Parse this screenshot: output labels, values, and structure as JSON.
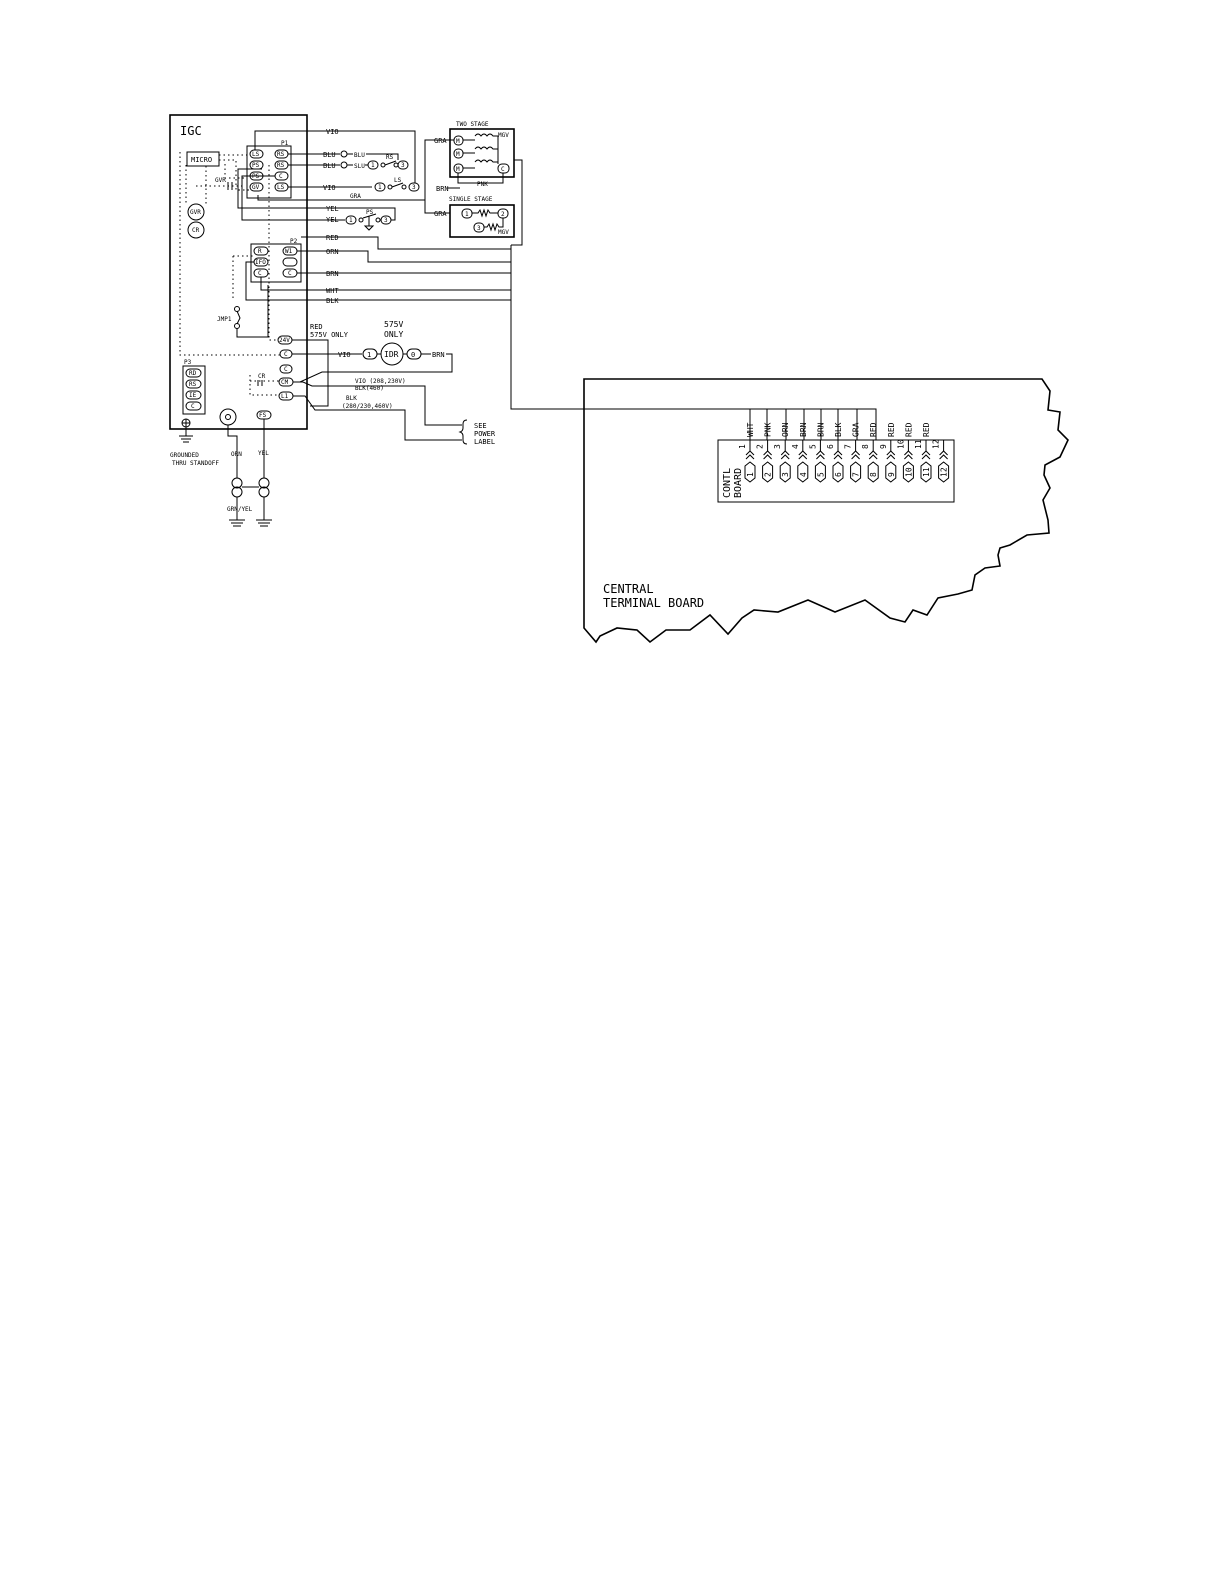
{
  "jgc": {
    "title": "IGC",
    "micro": "MICRO",
    "gvr": "GVR",
    "gvr_small": "GVR",
    "cr": "CR",
    "p1": "P1",
    "p1_left": [
      "LS",
      "PS",
      "PS",
      "GV"
    ],
    "p1_right": [
      "RS",
      "RS",
      "C",
      "LS"
    ],
    "p2": "P2",
    "p2_left": [
      "R",
      "IFO",
      "C"
    ],
    "p2_right": [
      "W1",
      "",
      "C"
    ],
    "p3": "P3",
    "p3_pins": [
      "RD",
      "RS",
      "IE",
      "C"
    ],
    "jmp": "JMP1",
    "t_24v": "24V",
    "t_c1": "C",
    "t_c2": "C",
    "t_cm": "CM",
    "t_l1": "L1",
    "cr_small": "CR",
    "fs": "FS"
  },
  "wires": {
    "vio_top": "VIO",
    "blu1": "BLU",
    "blu1b": "BLU",
    "blu2": "BLU",
    "blu2b": "SLU",
    "vio_ls": "VIO",
    "gra": "GRA",
    "yel1": "YEL",
    "yel2": "YEL",
    "red": "RED",
    "orn": "ORN",
    "brn": "BRN",
    "wht": "WHT",
    "blk": "BLK",
    "red_575": "RED",
    "red_575b": "575V ONLY",
    "vio_idr": "VIO",
    "brn_idr": "BRN",
    "vio_pwr": "VIO (208,230V)",
    "blk_pwr1": "BLK(460)",
    "blk_pwr2": "BLK",
    "blk_pwr3": "(280/230,460V)",
    "gra_v1": "GRA",
    "gra_v2": "GRA",
    "brn_v": "BRN",
    "pnk_v": "PNK",
    "orn_bot": "ORN",
    "yel_bot": "YEL",
    "grn_yel": "GRN/YEL"
  },
  "switches": {
    "rs": "RS",
    "rs_1": "1",
    "rs_3": "3",
    "ls": "LS",
    "ls_1": "1",
    "ls_3": "3",
    "ps": "PS",
    "ps_1": "1",
    "ps_3": "3"
  },
  "valves": {
    "two_stage": "TWO STAGE",
    "mgv": "MGV",
    "single_stage": "SINGLE STAGE",
    "mgv2": "MGV",
    "m_pins": [
      "M",
      "M",
      "M"
    ],
    "c_pin": "C",
    "s1": "1",
    "s2": "2",
    "s3": "3"
  },
  "idr": {
    "top1": "575V",
    "top2": "ONLY",
    "label": "IDR",
    "pin1": "1",
    "pin0": "0"
  },
  "ground": {
    "line1": "GROUNDED",
    "line2": "THRU STANDOFF"
  },
  "see_power": [
    "SEE",
    "POWER",
    "LABEL"
  ],
  "terminal_board": {
    "contl1": "CONTL",
    "contl2": "BOARD",
    "title1": "CENTRAL",
    "title2": "TERMINAL BOARD",
    "pins": [
      {
        "num": "1",
        "wire": "WHT"
      },
      {
        "num": "2",
        "wire": "PNK"
      },
      {
        "num": "3",
        "wire": "ORN"
      },
      {
        "num": "4",
        "wire": "BRN"
      },
      {
        "num": "5",
        "wire": "BRN"
      },
      {
        "num": "6",
        "wire": "BLK"
      },
      {
        "num": "7",
        "wire": "GRA"
      },
      {
        "num": "8",
        "wire": "RED"
      },
      {
        "num": "9",
        "wire": "RED"
      },
      {
        "num": "10",
        "wire": "RED"
      },
      {
        "num": "11",
        "wire": "RED"
      },
      {
        "num": "12",
        "wire": ""
      }
    ]
  }
}
